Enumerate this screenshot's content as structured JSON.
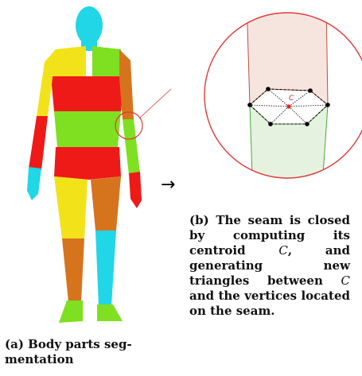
{
  "arrow_symbol": "→",
  "caption_a": {
    "label": "(a)",
    "text": "Body parts seg-mentation"
  },
  "caption_b": {
    "label": "(b)",
    "parts": [
      "The seam is closed by computing its centroid ",
      "C",
      ", and generating new triangles between ",
      "C",
      " and the vertices located on the seam."
    ]
  },
  "centroid_label": "C",
  "colors": {
    "cyan": "#21d6e6",
    "yellow": "#f2e21a",
    "green": "#7ee021",
    "red": "#ee1a18",
    "orange": "#d6741e",
    "zoom_circle": "#e03a3a",
    "upper_patch_fill": "#f6e4df",
    "lower_patch_fill": "#e5f2df"
  }
}
